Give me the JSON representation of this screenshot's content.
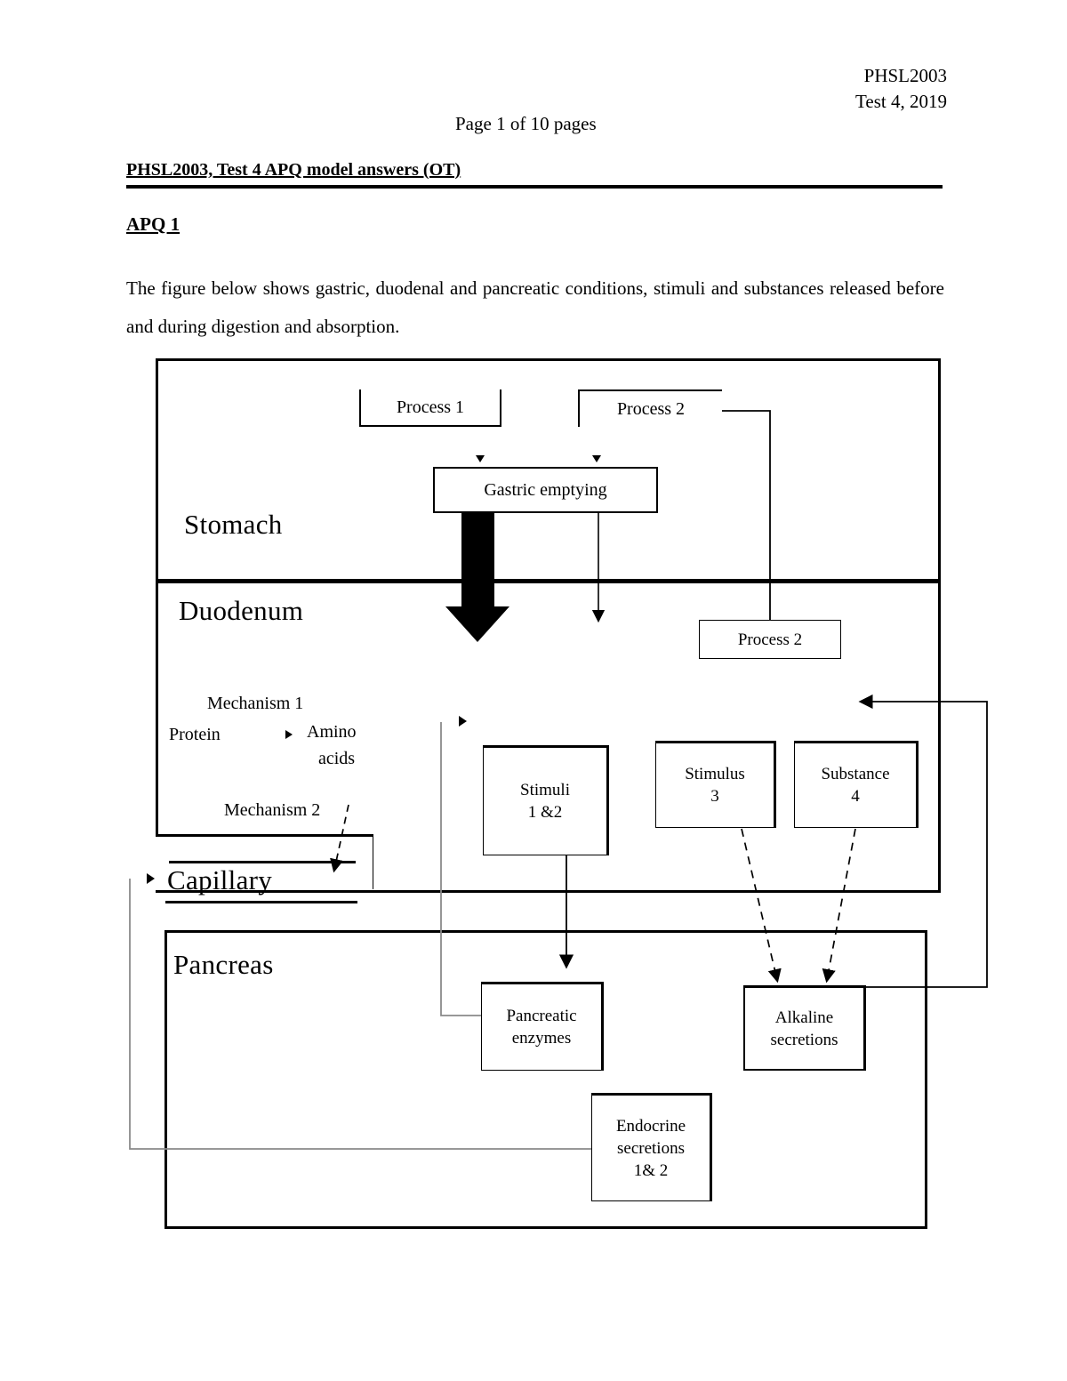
{
  "header": {
    "course_code": "PHSL2003",
    "test_line": "Test 4, 2019",
    "page_of": "Page 1 of 10 pages",
    "doc_title": "PHSL2003, Test 4 APQ model answers (OT)",
    "section_heading": "APQ 1"
  },
  "body": {
    "intro_paragraph": "The figure below shows gastric, duodenal and pancreatic conditions, stimuli and substances released before and during digestion and absorption."
  },
  "diagram": {
    "organs": {
      "stomach": "Stomach",
      "duodenum": "Duodenum",
      "capillary": "Capillary",
      "pancreas": "Pancreas"
    },
    "nodes": {
      "process_1": "Process 1",
      "process_2_top": "Process 2",
      "gastric_emptying": "Gastric emptying",
      "process_2_duodenum": "Process 2",
      "stimuli_1_2": "Stimuli\n1 &2",
      "stimulus_3": "Stimulus\n3",
      "substance_4": "Substance\n4",
      "pancreatic_enzymes": "Pancreatic\nenzymes",
      "alkaline_secretions": "Alkaline\nsecretions",
      "endocrine_secretions": "Endocrine\nsecretions\n1& 2"
    },
    "labels": {
      "mechanism_1": "Mechanism 1",
      "mechanism_2": "Mechanism 2",
      "protein": "Protein",
      "amino_acids_line1": "Amino",
      "amino_acids_line2": "acids"
    }
  }
}
